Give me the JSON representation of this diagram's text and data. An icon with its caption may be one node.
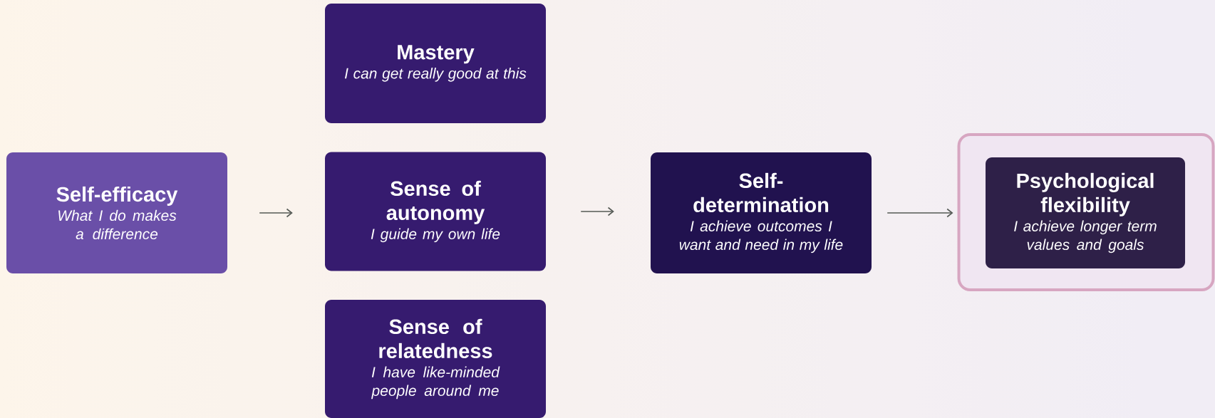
{
  "diagram": {
    "nodes": [
      {
        "text": [
          "Self-efficacy",
          "What I do makes a difference"
        ]
      },
      {
        "text": [
          "Mastery",
          "I can get really good at this"
        ]
      },
      {
        "text": [
          "Sense of autonomy",
          "I guide my own life"
        ]
      },
      {
        "text": [
          "Sense of relatedness",
          "I have like-minded people around me"
        ]
      },
      {
        "text": [
          "Self-determination",
          "I achieve outcomes I want and need in my life"
        ]
      },
      {
        "text": [],
        "shape": "box"
      },
      {
        "text": [
          "Psychological flexibility",
          "I achieve longer term values and goals"
        ],
        "in": 5
      }
    ],
    "edges": [
      {
        "from": 0,
        "to": 2,
        "arrow": "to"
      },
      {
        "from": 2,
        "to": 4,
        "arrow": "to"
      },
      {
        "from": 4,
        "to": 5,
        "arrow": "to"
      }
    ]
  }
}
